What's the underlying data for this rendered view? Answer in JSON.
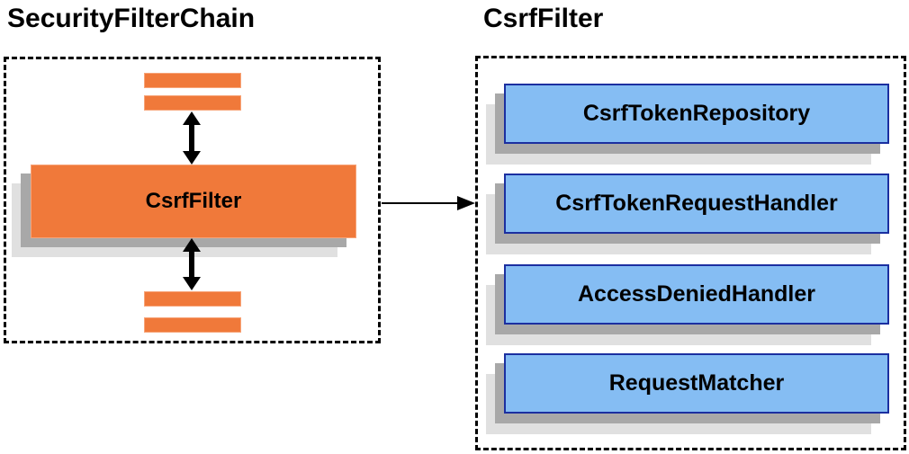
{
  "left_panel": {
    "title": "SecurityFilterChain",
    "csrf_filter_label": "CsrfFilter"
  },
  "right_panel": {
    "title": "CsrfFilter",
    "items": [
      {
        "label": "CsrfTokenRepository"
      },
      {
        "label": "CsrfTokenRequestHandler"
      },
      {
        "label": "AccessDeniedHandler"
      },
      {
        "label": "RequestMatcher"
      }
    ]
  },
  "colors": {
    "orange_fill": "#F0793A",
    "orange_border": "#F7A478",
    "blue_fill": "#85BDF3",
    "blue_border": "#1B2FA0",
    "shadow_dark": "#A8A8A8",
    "shadow_light": "#E0E0E0",
    "arrow": "#000000",
    "text": "#000000"
  }
}
